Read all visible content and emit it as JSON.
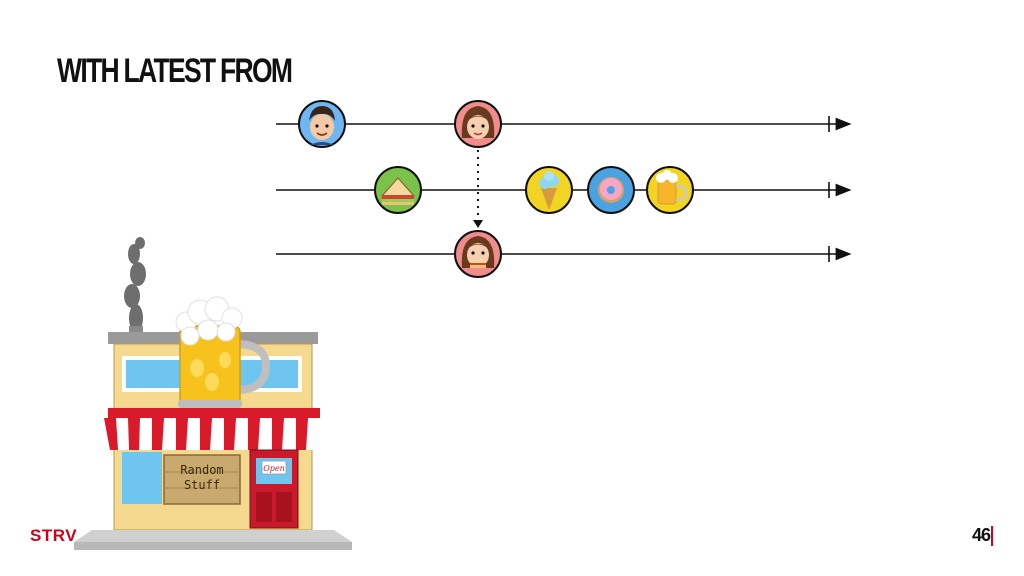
{
  "slide": {
    "title": "WITH LATEST FROM",
    "brand": "STRV",
    "page_number": "46",
    "accent_color": "#d0021b"
  },
  "diagram": {
    "streams": [
      {
        "name": "person-stream",
        "items": [
          "boy-face-icon",
          "girl-face-icon"
        ]
      },
      {
        "name": "item-stream",
        "items": [
          "sandwich-icon",
          "ice-cream-icon",
          "donut-icon",
          "beer-mug-icon"
        ]
      },
      {
        "name": "result-stream",
        "items": [
          "girl-with-sandwich-icon"
        ]
      }
    ],
    "shop_sign": {
      "line1": "Random",
      "line2": "Stuff"
    },
    "door_sign": "Open"
  }
}
